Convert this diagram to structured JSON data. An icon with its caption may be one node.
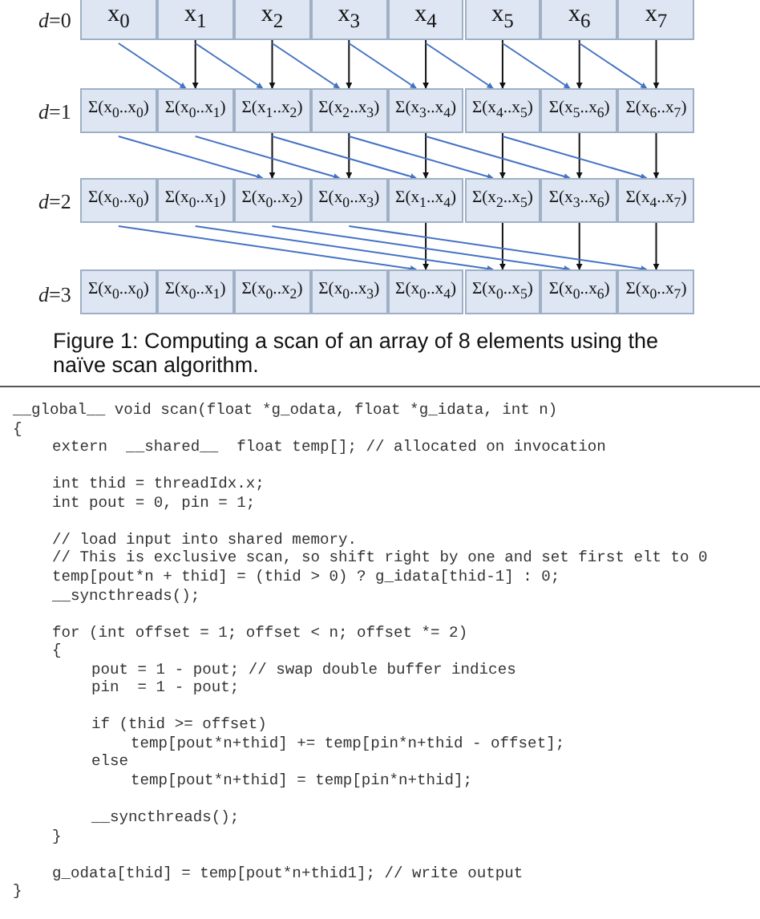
{
  "diagram": {
    "caption": "Figure 1: Computing a scan of an array of 8 elements using the naïve scan algorithm.",
    "nodes": [
      {
        "text": [
          "x$_{0}$"
        ]
      },
      {
        "text": [
          "x$_{1}$"
        ]
      },
      {
        "text": [
          "x$_{2}$"
        ]
      },
      {
        "text": [
          "x$_{3}$"
        ]
      },
      {
        "text": [
          "x$_{4}$"
        ]
      },
      {
        "text": [
          "x$_{5}$"
        ]
      },
      {
        "text": [
          "x$_{6}$"
        ]
      },
      {
        "text": [
          "x$_{7}$"
        ]
      },
      {
        "text": [
          "Σ(x$_{0}$..x$_{0}$)"
        ]
      },
      {
        "text": [
          "Σ(x$_{0}$..x$_{1}$)"
        ]
      },
      {
        "text": [
          "Σ(x$_{1}$..x$_{2}$)"
        ]
      },
      {
        "text": [
          "Σ(x$_{2}$..x$_{3}$)"
        ]
      },
      {
        "text": [
          "Σ(x$_{3}$..x$_{4}$)"
        ]
      },
      {
        "text": [
          "Σ(x$_{4}$..x$_{5}$)"
        ]
      },
      {
        "text": [
          "Σ(x$_{5}$..x$_{6}$)"
        ]
      },
      {
        "text": [
          "Σ(x$_{6}$..x$_{7}$)"
        ]
      },
      {
        "text": [
          "Σ(x$_{0}$..x$_{0}$)"
        ]
      },
      {
        "text": [
          "Σ(x$_{0}$..x$_{1}$)"
        ]
      },
      {
        "text": [
          "Σ(x$_{0}$..x$_{2}$)"
        ]
      },
      {
        "text": [
          "Σ(x$_{0}$..x$_{3}$)"
        ]
      },
      {
        "text": [
          "Σ(x$_{1}$..x$_{4}$)"
        ]
      },
      {
        "text": [
          "Σ(x$_{2}$..x$_{5}$)"
        ]
      },
      {
        "text": [
          "Σ(x$_{3}$..x$_{6}$)"
        ]
      },
      {
        "text": [
          "Σ(x$_{4}$..x$_{7}$)"
        ]
      },
      {
        "text": [
          "Σ(x$_{0}$..x$_{0}$)"
        ]
      },
      {
        "text": [
          "Σ(x$_{0}$..x$_{1}$)"
        ]
      },
      {
        "text": [
          "Σ(x$_{0}$..x$_{2}$)"
        ]
      },
      {
        "text": [
          "Σ(x$_{0}$..x$_{3}$)"
        ]
      },
      {
        "text": [
          "Σ(x$_{0}$..x$_{4}$)"
        ]
      },
      {
        "text": [
          "Σ(x$_{0}$..x$_{5}$)"
        ]
      },
      {
        "text": [
          "Σ(x$_{0}$..x$_{6}$)"
        ]
      },
      {
        "text": [
          "Σ(x$_{0}$..x$_{7}$)"
        ]
      }
    ],
    "edges": [
      {
        "from": 0,
        "to": 9,
        "arrow": "to",
        "color": "#4472c4"
      },
      {
        "from": 1,
        "to": 9,
        "arrow": "to",
        "color": "#111111"
      },
      {
        "from": 1,
        "to": 10,
        "arrow": "to",
        "color": "#4472c4"
      },
      {
        "from": 2,
        "to": 10,
        "arrow": "to",
        "color": "#111111"
      },
      {
        "from": 2,
        "to": 11,
        "arrow": "to",
        "color": "#4472c4"
      },
      {
        "from": 3,
        "to": 11,
        "arrow": "to",
        "color": "#111111"
      },
      {
        "from": 3,
        "to": 12,
        "arrow": "to",
        "color": "#4472c4"
      },
      {
        "from": 4,
        "to": 12,
        "arrow": "to",
        "color": "#111111"
      },
      {
        "from": 4,
        "to": 13,
        "arrow": "to",
        "color": "#4472c4"
      },
      {
        "from": 5,
        "to": 13,
        "arrow": "to",
        "color": "#111111"
      },
      {
        "from": 5,
        "to": 14,
        "arrow": "to",
        "color": "#4472c4"
      },
      {
        "from": 6,
        "to": 14,
        "arrow": "to",
        "color": "#111111"
      },
      {
        "from": 6,
        "to": 15,
        "arrow": "to",
        "color": "#4472c4"
      },
      {
        "from": 7,
        "to": 15,
        "arrow": "to",
        "color": "#111111"
      },
      {
        "from": 8,
        "to": 18,
        "arrow": "to",
        "color": "#4472c4"
      },
      {
        "from": 10,
        "to": 18,
        "arrow": "to",
        "color": "#111111"
      },
      {
        "from": 9,
        "to": 19,
        "arrow": "to",
        "color": "#4472c4"
      },
      {
        "from": 11,
        "to": 19,
        "arrow": "to",
        "color": "#111111"
      },
      {
        "from": 10,
        "to": 20,
        "arrow": "to",
        "color": "#4472c4"
      },
      {
        "from": 12,
        "to": 20,
        "arrow": "to",
        "color": "#111111"
      },
      {
        "from": 11,
        "to": 21,
        "arrow": "to",
        "color": "#4472c4"
      },
      {
        "from": 13,
        "to": 21,
        "arrow": "to",
        "color": "#111111"
      },
      {
        "from": 12,
        "to": 22,
        "arrow": "to",
        "color": "#4472c4"
      },
      {
        "from": 14,
        "to": 22,
        "arrow": "to",
        "color": "#111111"
      },
      {
        "from": 13,
        "to": 23,
        "arrow": "to",
        "color": "#4472c4"
      },
      {
        "from": 15,
        "to": 23,
        "arrow": "to",
        "color": "#111111"
      },
      {
        "from": 16,
        "to": 28,
        "arrow": "to",
        "color": "#4472c4"
      },
      {
        "from": 20,
        "to": 28,
        "arrow": "to",
        "color": "#111111"
      },
      {
        "from": 17,
        "to": 29,
        "arrow": "to",
        "color": "#4472c4"
      },
      {
        "from": 21,
        "to": 29,
        "arrow": "to",
        "color": "#111111"
      },
      {
        "from": 18,
        "to": 30,
        "arrow": "to",
        "color": "#4472c4"
      },
      {
        "from": 22,
        "to": 30,
        "arrow": "to",
        "color": "#111111"
      },
      {
        "from": 19,
        "to": 31,
        "arrow": "to",
        "color": "#4472c4"
      },
      {
        "from": 23,
        "to": 31,
        "arrow": "to",
        "color": "#111111"
      }
    ],
    "labels": [
      "*d*=0",
      "*d*=1",
      "*d*=2",
      "*d*=3",
      "__global__ void scan(float *g_odata, float *g_idata, int n)",
      "{",
      "extern  __shared__  float temp[]; // allocated on invocation",
      "int thid = threadIdx.x;",
      "int pout = 0, pin = 1;",
      "// load input into shared memory.",
      "// This is exclusive scan, so shift right by one and set first elt to 0",
      "temp[pout*n + thid] = (thid > 0) ? g_idata[thid-1] : 0;",
      "__syncthreads();",
      "for (int offset = 1; offset < n; offset *= 2)",
      "{",
      "pout = 1 - pout; // swap double buffer indices",
      "pin  = 1 - pout;",
      "if (thid >= offset)",
      "temp[pout*n+thid] += temp[pin*n+thid - offset];",
      "else",
      "temp[pout*n+thid] = temp[pin*n+thid];",
      "__syncthreads();",
      "}",
      "g_odata[thid] = temp[pout*n+thid1]; // write output",
      "}"
    ]
  }
}
